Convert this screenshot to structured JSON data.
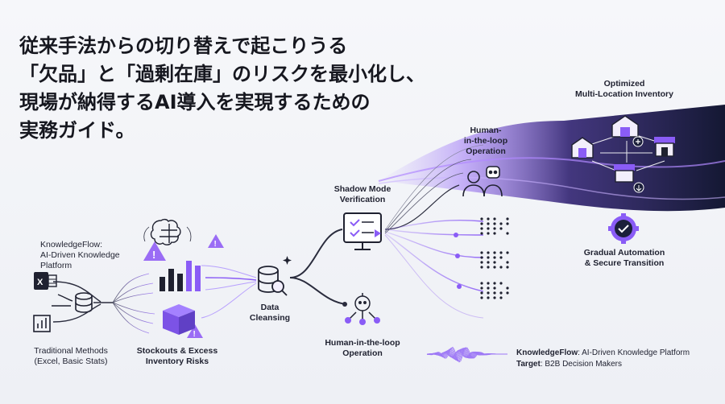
{
  "headline": {
    "line1": "従来手法からの切り替えで起こりうる",
    "line2": "「欠品」と「過剰在庫」のリスクを最小化し、",
    "line3": "現場が納得するAI導入を実現するための",
    "line4": "実務ガイド。"
  },
  "brand": {
    "line1": "KnowledgeFlow:",
    "line2": "AI-Driven Knowledge",
    "line3": "Platform"
  },
  "stages": {
    "traditional": {
      "line1": "Traditional Methods",
      "line2": "(Excel, Basic Stats)"
    },
    "risks": {
      "line1": "Stockouts & Excess",
      "line2": "Inventory Risks"
    },
    "cleansing": {
      "line1": "Data",
      "line2": "Cleansing"
    },
    "shadow": {
      "line1": "Shadow Mode",
      "line2": "Verification"
    },
    "hitl_bottom": {
      "line1": "Human-in-the-loop",
      "line2": "Operation"
    },
    "hitl_top": {
      "line1": "Human-",
      "line2": "in-the-loop",
      "line3": "Operation"
    },
    "optimized": {
      "line1": "Optimized",
      "line2": "Multi-Location Inventory"
    },
    "gradual": {
      "line1": "Gradual Automation",
      "line2": "& Secure Transition"
    }
  },
  "footer": {
    "brand_bold": "KnowledgeFlow",
    "brand_rest": ": AI-Driven Knowledge Platform",
    "target_bold": "Target",
    "target_rest": ": B2B Decision Makers"
  },
  "colors": {
    "accent": "#8a5cf6",
    "accent_light": "#c8b2ff",
    "navy": "#1b1f3a",
    "ink": "#2a2c3d"
  },
  "icons": [
    "excel-icon",
    "database-icon",
    "bar-chart-icon",
    "brain-icon",
    "warning-icon",
    "box-icon",
    "data-cleansing-icon",
    "monitor-check-icon",
    "robot-network-icon",
    "people-robot-icon",
    "warehouse-icon",
    "store-icon",
    "gear-check-icon"
  ]
}
